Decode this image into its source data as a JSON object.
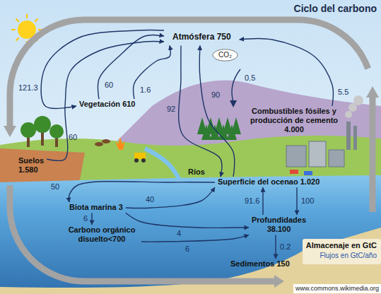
{
  "diagram": {
    "title": "Ciclo del carbono",
    "nodes": [
      {
        "text": [
          "Atmósfera 750"
        ]
      },
      {
        "text": [
          "CO₂"
        ]
      },
      {
        "text": [
          "Vegetación 610"
        ]
      },
      {
        "text": [
          "Suelos 1.580"
        ]
      },
      {
        "text": [
          "Combustibles fósiles y producción de cemento 4.000"
        ]
      },
      {
        "text": [
          "Ríos"
        ]
      },
      {
        "text": [
          "Superficie del ocenao 1.020"
        ]
      },
      {
        "text": [
          "Biota marina 3"
        ]
      },
      {
        "text": [
          "Carbono orgánico disuelto<700"
        ]
      },
      {
        "text": [
          "Profundidades 38.100"
        ]
      },
      {
        "text": [
          "Sedimentos 150"
        ]
      }
    ],
    "edges": [
      {
        "from": 0,
        "to": 2,
        "label": "121.3",
        "arrow": "to"
      },
      {
        "from": 2,
        "to": 0,
        "label": "60",
        "arrow": "to"
      },
      {
        "from": 3,
        "to": 0,
        "label": "60",
        "arrow": "to"
      },
      {
        "from": 2,
        "to": 0,
        "label": "1.6",
        "arrow": "to"
      },
      {
        "from": 4,
        "to": 0,
        "label": "5.5",
        "arrow": "to"
      },
      {
        "from": 6,
        "to": 0,
        "label": "90",
        "arrow": "to"
      },
      {
        "from": 0,
        "to": 6,
        "label": "92",
        "arrow": "to"
      },
      {
        "from": 6,
        "to": 7,
        "label": "50",
        "arrow": "to"
      },
      {
        "from": 7,
        "to": 6,
        "label": "40",
        "arrow": "to"
      },
      {
        "from": 7,
        "to": 8,
        "label": "6",
        "arrow": "to"
      },
      {
        "from": 7,
        "to": 9,
        "label": "4",
        "arrow": "to"
      },
      {
        "from": 8,
        "to": 9,
        "label": "6",
        "arrow": "to"
      },
      {
        "from": 9,
        "to": 6,
        "label": "91.6",
        "arrow": "to"
      },
      {
        "from": 6,
        "to": 9,
        "label": "100",
        "arrow": "to"
      },
      {
        "from": 9,
        "to": 10,
        "label": "0.2",
        "arrow": "to"
      }
    ],
    "labels": [
      "0.5",
      "Almacenaje en GtC",
      "Flujos en GtC/año",
      "www.commons.wikimedia.org"
    ]
  }
}
